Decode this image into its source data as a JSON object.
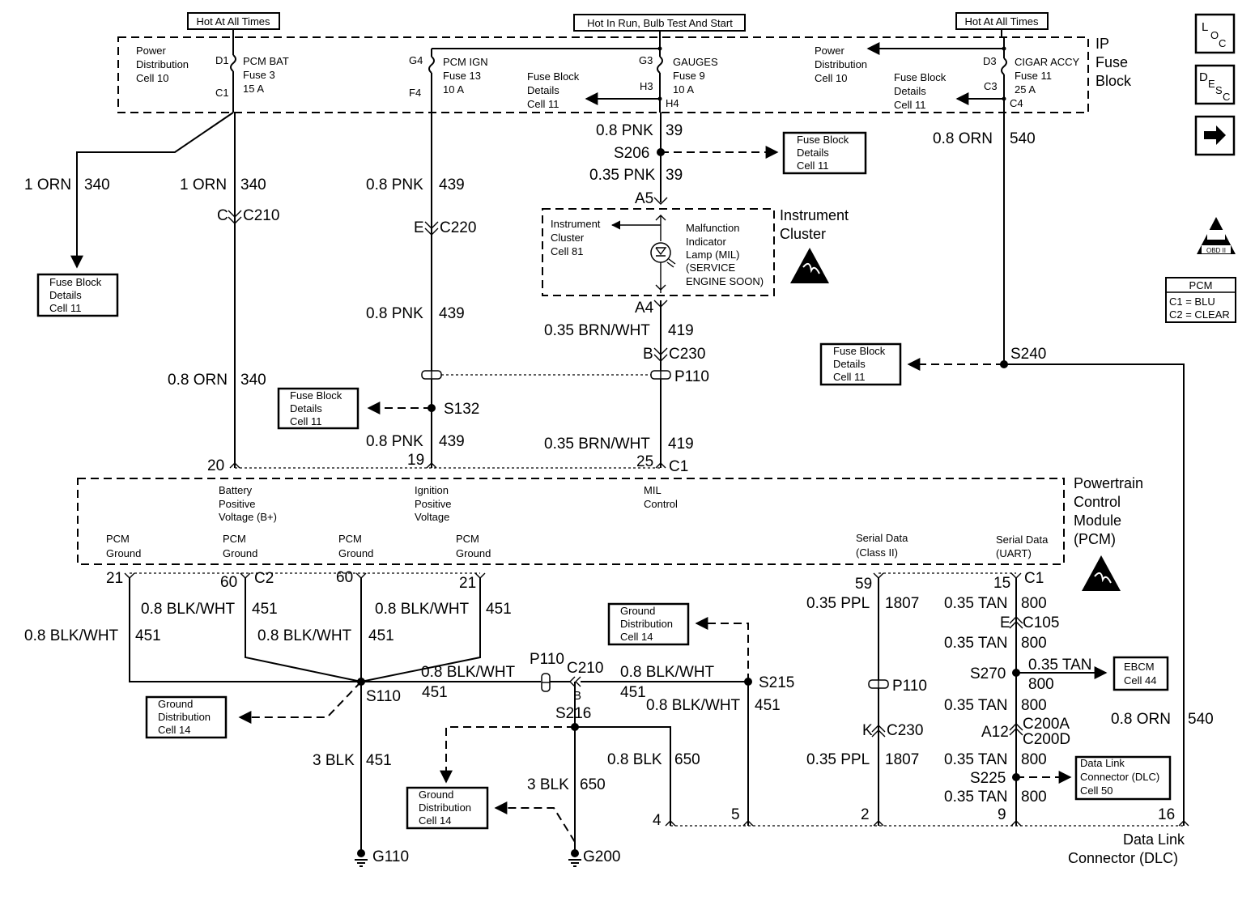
{
  "headers": {
    "hot_at_all_times_left": "Hot At All Times",
    "hot_in_run": "Hot In Run, Bulb Test And Start",
    "hot_at_all_times_right": "Hot At All Times"
  },
  "ip_fuse_block": {
    "title": [
      "IP",
      "Fuse",
      "Block"
    ],
    "power_dist_left": [
      "Power",
      "Distribution",
      "Cell 10"
    ],
    "power_dist_right": [
      "Power",
      "Distribution",
      "Cell 10"
    ],
    "fuse3": {
      "top_pin": "D1",
      "bottom_pin": "C1",
      "label": [
        "PCM BAT",
        "Fuse 3",
        "15 A"
      ]
    },
    "fuse13": {
      "top_pin": "G4",
      "bottom_pin": "F4",
      "label": [
        "PCM IGN",
        "Fuse 13",
        "10 A"
      ]
    },
    "fuse9": {
      "top_pin": "G3",
      "mid_pin": "H3",
      "bottom_pin": "H4",
      "label": [
        "GAUGES",
        "Fuse 9",
        "10 A"
      ]
    },
    "fuse11": {
      "top_pin": "D3",
      "mid_pin": "C3",
      "bottom_pin": "C4",
      "label": [
        "CIGAR ACCY",
        "Fuse 11",
        "25 A"
      ]
    },
    "details_mid": [
      "Fuse Block",
      "Details",
      "Cell 11"
    ],
    "details_right": [
      "Fuse Block",
      "Details",
      "Cell 11"
    ]
  },
  "side_icons": {
    "loc": [
      "L",
      "O",
      "C"
    ],
    "desc": [
      "D",
      "E",
      "S",
      "C"
    ],
    "obd": "OBD II",
    "pcm_legend": {
      "title": "PCM",
      "c1": "C1 = BLU",
      "c2": "C2 = CLEAR"
    }
  },
  "wires": {
    "orn340_left": [
      "1 ORN",
      "340"
    ],
    "orn340_main": [
      "1 ORN",
      "340"
    ],
    "orn340_lower": [
      "0.8 ORN",
      "340"
    ],
    "pnk39_top": [
      "0.8 PNK",
      "39"
    ],
    "pnk39_bot": [
      "0.35 PNK",
      "39"
    ],
    "pnk439_a": [
      "0.8 PNK",
      "439"
    ],
    "pnk439_b": [
      "0.8 PNK",
      "439"
    ],
    "pnk439_c": [
      "0.8 PNK",
      "439"
    ],
    "brn419_a": [
      "0.35 BRN/WHT",
      "419"
    ],
    "brn419_b": [
      "0.35 BRN/WHT",
      "419"
    ],
    "orn540_top": [
      "0.8 ORN",
      "540"
    ],
    "orn540_bot": [
      "0.8 ORN",
      "540"
    ],
    "blk451_a": [
      "0.8 BLK/WHT",
      "451"
    ],
    "blk451_b": [
      "0.8 BLK/WHT",
      "451"
    ],
    "blk451_c": [
      "0.8 BLK/WHT",
      "451"
    ],
    "blk451_d": [
      "0.8 BLK/WHT",
      "451"
    ],
    "blk451_e": [
      "0.8 BLK/WHT",
      "451"
    ],
    "blk451_f": [
      "0.8 BLK/WHT",
      "451"
    ],
    "blk451_g": [
      "0.8 BLK/WHT",
      "451"
    ],
    "blk451_h": [
      "3 BLK",
      "451"
    ],
    "blk650_a": [
      "0.8 BLK",
      "650"
    ],
    "blk650_b": [
      "3 BLK",
      "650"
    ],
    "ppl1807_a": [
      "0.35 PPL",
      "1807"
    ],
    "ppl1807_b": [
      "0.35 PPL",
      "1807"
    ],
    "tan800_a": [
      "0.35 TAN",
      "800"
    ],
    "tan800_b": [
      "0.35 TAN",
      "800"
    ],
    "tan800_c": [
      "0.35 TAN",
      "800"
    ],
    "tan800_d": [
      "0.35 TAN",
      "800"
    ],
    "tan800_e": [
      "0.35 TAN",
      "800"
    ],
    "tan800_f": [
      "0.35 TAN",
      "800"
    ]
  },
  "splices": {
    "s206": "S206",
    "s132": "S132",
    "s240": "S240",
    "s110": "S110",
    "s215": "S215",
    "s216": "S216",
    "s270": "S270",
    "s225": "S225"
  },
  "connectors": {
    "c210": {
      "pin": "C",
      "name": "C210"
    },
    "c220": {
      "pin": "E",
      "name": "C220"
    },
    "a5": "A5",
    "a4": "A4",
    "c230_top": {
      "pin": "B",
      "name": "C230"
    },
    "p110_top": "P110",
    "p110_mid": "P110",
    "c210_gnd": {
      "name": "C210",
      "pin": "B"
    },
    "p110_right": "P110",
    "c230_right": {
      "pin": "K",
      "name": "C230"
    },
    "c105": {
      "pin": "E",
      "name": "C105"
    },
    "c200": {
      "pin": "A12",
      "name_a": "C200A",
      "name_d": "C200D"
    }
  },
  "ref_boxes": {
    "fb_s206": [
      "Fuse Block",
      "Details",
      "Cell 11"
    ],
    "fb_left": [
      "Fuse Block",
      "Details",
      "Cell 11"
    ],
    "fb_s132": [
      "Fuse Block",
      "Details",
      "Cell 11"
    ],
    "fb_s240": [
      "Fuse Block",
      "Details",
      "Cell 11"
    ],
    "gd_top": [
      "Ground",
      "Distribution",
      "Cell 14"
    ],
    "gd_s110": [
      "Ground",
      "Distribution",
      "Cell 14"
    ],
    "gd_s216": [
      "Ground",
      "Distribution",
      "Cell 14"
    ],
    "ebcm": [
      "EBCM",
      "Cell 44"
    ],
    "dlc_cell": [
      "Data Link",
      "Connector (DLC)",
      "Cell 50"
    ]
  },
  "cluster": {
    "title": [
      "Instrument",
      "Cluster"
    ],
    "cell": [
      "Instrument",
      "Cluster",
      "Cell 81"
    ],
    "mil": [
      "Malfunction",
      "Indicator",
      "Lamp (MIL)",
      "(SERVICE",
      "ENGINE SOON)"
    ]
  },
  "pcm": {
    "title": [
      "Powertrain",
      "Control",
      "Module",
      "(PCM)"
    ],
    "top_pins": {
      "p20": "20",
      "p19": "19",
      "p25": "25",
      "c1": "C1"
    },
    "inputs": {
      "batt": [
        "Battery",
        "Positive",
        "Voltage (B+)"
      ],
      "ign": [
        "Ignition",
        "Positive",
        "Voltage"
      ],
      "mil": [
        "MIL",
        "Control"
      ],
      "serial2": [
        "Serial Data",
        "(Class II)"
      ],
      "uart": [
        "Serial Data",
        "(UART)"
      ]
    },
    "grounds": [
      "PCM",
      "Ground"
    ],
    "bottom_pins": {
      "p21a": "21",
      "p60a": "60",
      "c2": "C2",
      "p60b": "60",
      "p21b": "21",
      "p59": "59",
      "p15": "15",
      "c1": "C1"
    }
  },
  "grounds": {
    "g110": "G110",
    "g200": "G200"
  },
  "dlc": {
    "title": [
      "Data Link",
      "Connector (DLC)"
    ],
    "pins": {
      "p4": "4",
      "p5": "5",
      "p2": "2",
      "p9": "9",
      "p16": "16"
    }
  }
}
